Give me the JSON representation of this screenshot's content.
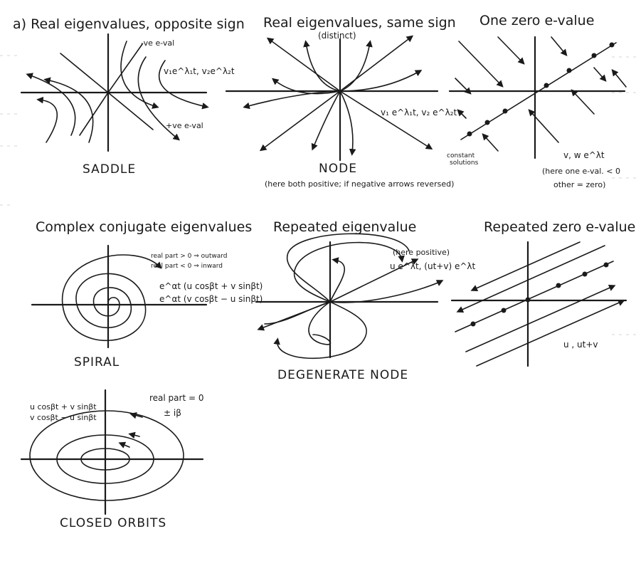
{
  "panels": {
    "saddle": {
      "title": "a) Real eigenvalues, opposite sign",
      "caption": "SADDLE",
      "label_neg": "-ve e-val",
      "label_pos": "+ve e-val",
      "solution": "v₁e^λ₁t, v₂e^λ₂t"
    },
    "node": {
      "title": "Real eigenvalues, same sign",
      "subtitle": "(distinct)",
      "caption": "NODE",
      "solution": "v₁ e^λ₁t, v₂ e^λ₂t",
      "note": "(here both positive; if negative arrows reversed)"
    },
    "zero": {
      "title": "One zero e-value",
      "constant_label_1": "constant",
      "constant_label_2": "solutions",
      "solution": "v, w e^λt",
      "note_1": "(here one e-val. < 0",
      "note_2": "other = zero)"
    },
    "spiral": {
      "title": "Complex conjugate eigenvalues",
      "caption": "SPIRAL",
      "note_1": "real part > 0 ⇒ outward",
      "note_2": "real part < 0 ⇒ inward",
      "sol_1": "e^αt (u cosβt + v sinβt)",
      "sol_2": "e^αt (v cosβt − u sinβt)"
    },
    "degenerate": {
      "title": "Repeated eigenvalue",
      "caption": "DEGENERATE NODE",
      "note": "(here positive)",
      "solution": "u e^λt, (ut+v) e^λt"
    },
    "rep_zero": {
      "title": "Repeated zero e-value",
      "solution": "u , ut+v"
    },
    "orbits": {
      "caption": "CLOSED ORBITS",
      "sol_1": "u cosβt + v sinβt",
      "sol_2": "v cosβt − u sinβt",
      "note_1": "real part = 0",
      "note_2": "± iβ"
    }
  }
}
